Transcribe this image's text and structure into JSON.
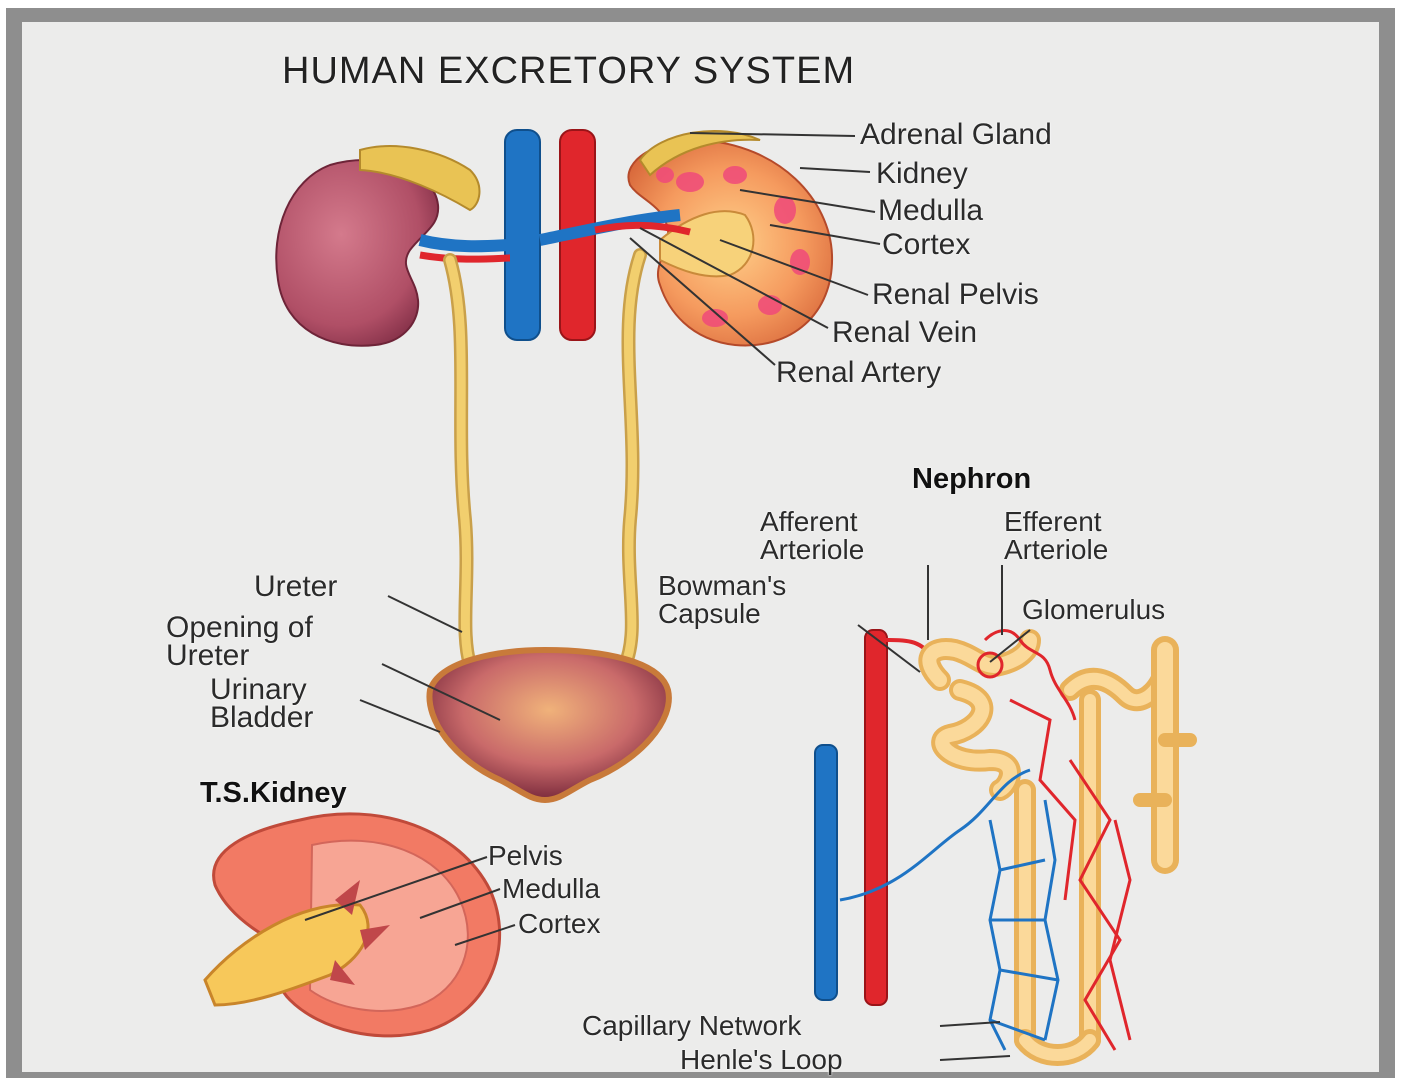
{
  "title": "HUMAN EXCRETORY SYSTEM",
  "upper_labels": {
    "adrenal_gland": "Adrenal Gland",
    "kidney": "Kidney",
    "medulla": "Medulla",
    "cortex": "Cortex",
    "renal_pelvis": "Renal Pelvis",
    "renal_vein": "Renal Vein",
    "renal_artery": "Renal Artery"
  },
  "bladder_labels": {
    "ureter": "Ureter",
    "opening_of_ureter": "Opening of\nUreter",
    "urinary_bladder": "Urinary\nBladder"
  },
  "ts_kidney": {
    "heading": "T.S.Kidney",
    "pelvis": "Pelvis",
    "medulla": "Medulla",
    "cortex": "Cortex"
  },
  "nephron": {
    "heading": "Nephron",
    "afferent_arteriole": "Afferent\nArteriole",
    "efferent_arteriole": "Efferent\nArteriole",
    "bowmans_capsule": "Bowman's\nCapsule",
    "glomerulus": "Glomerulus",
    "capillary_network": "Capillary Network",
    "henles_loop": "Henle's Loop"
  },
  "colors": {
    "vein_blue": "#1f74c4",
    "artery_red": "#e0262c",
    "ureter_yellow": "#f2cf6e",
    "kidney_pink": "#b8566c",
    "cortex_orange": "#f39a5e",
    "adrenal_yellow": "#e8c254",
    "background": "#ececeb",
    "frame": "#8e8e8e"
  }
}
